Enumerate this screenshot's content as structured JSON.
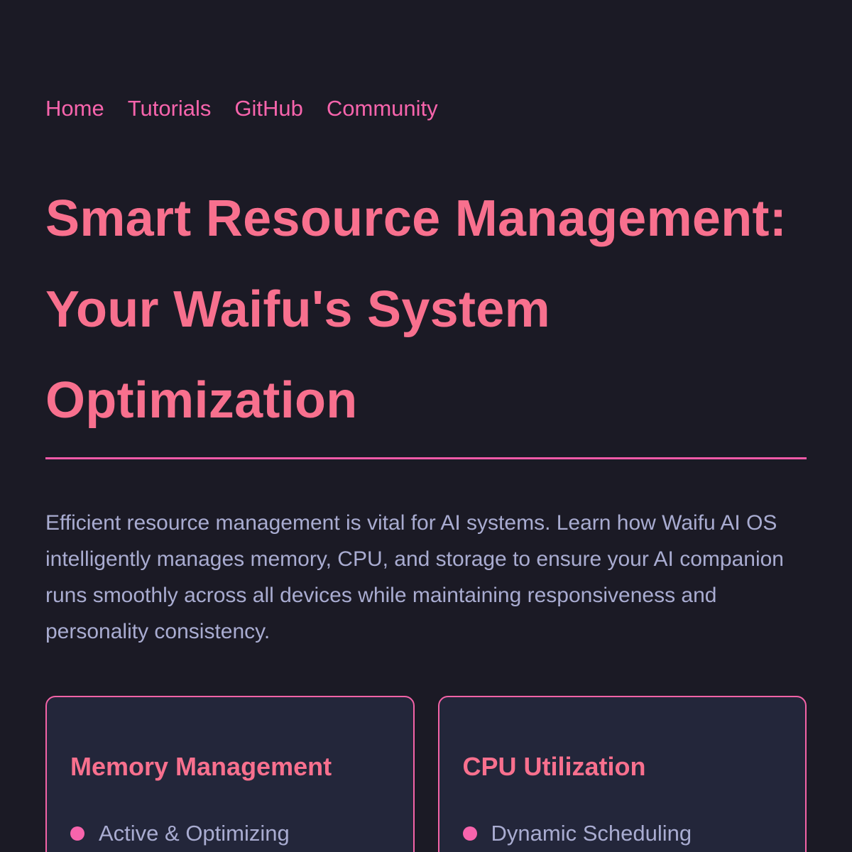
{
  "nav": {
    "items": [
      {
        "label": "Home"
      },
      {
        "label": "Tutorials"
      },
      {
        "label": "GitHub"
      },
      {
        "label": "Community"
      }
    ]
  },
  "hero": {
    "title": "Smart Resource Management: Your Waifu's System Optimization",
    "intro": "Efficient resource management is vital for AI systems. Learn how Waifu AI OS intelligently manages memory, CPU, and storage to ensure your AI companion runs smoothly across all devices while maintaining responsiveness and personality consistency."
  },
  "cards": [
    {
      "title": "Memory Management",
      "items": [
        "Active & Optimizing"
      ]
    },
    {
      "title": "CPU Utilization",
      "items": [
        "Dynamic Scheduling"
      ]
    }
  ],
  "colors": {
    "background": "#1b1a25",
    "accent_pink": "#f764ac",
    "heading_coral": "#f8708e",
    "body_text": "#a9acd1",
    "card_bg": "#23263a"
  },
  "icons": {
    "status_dot": "status-dot-icon"
  }
}
